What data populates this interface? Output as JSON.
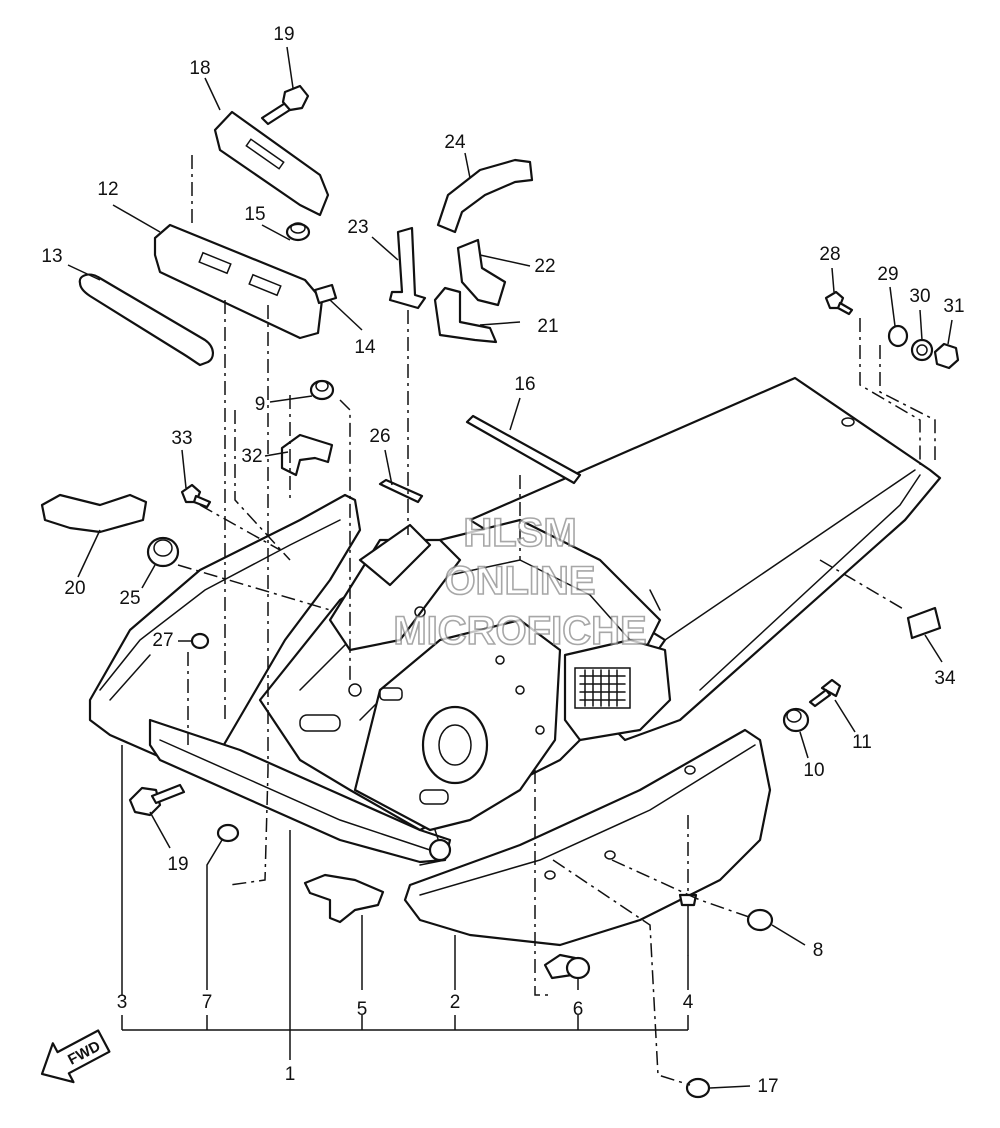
{
  "watermark": {
    "line1": "HLSM",
    "line2": "ONLINE",
    "line3": "MICROFICHE"
  },
  "direction_label": "FWD",
  "colors": {
    "ink": "#111111",
    "paper": "#ffffff",
    "watermark": "#8a8a8a"
  },
  "callouts": {
    "c1": "1",
    "c2": "2",
    "c3": "3",
    "c4": "4",
    "c5": "5",
    "c6": "6",
    "c7": "7",
    "c8": "8",
    "c9": "9",
    "c10": "10",
    "c11": "11",
    "c12": "12",
    "c13": "13",
    "c14": "14",
    "c15": "15",
    "c16": "16",
    "c17": "17",
    "c18": "18",
    "c19a": "19",
    "c19b": "19",
    "c20": "20",
    "c21": "21",
    "c22": "22",
    "c23": "23",
    "c24": "24",
    "c25": "25",
    "c26": "26",
    "c27": "27",
    "c28": "28",
    "c29": "29",
    "c30": "30",
    "c31": "31",
    "c32": "32",
    "c33": "33",
    "c34": "34"
  }
}
